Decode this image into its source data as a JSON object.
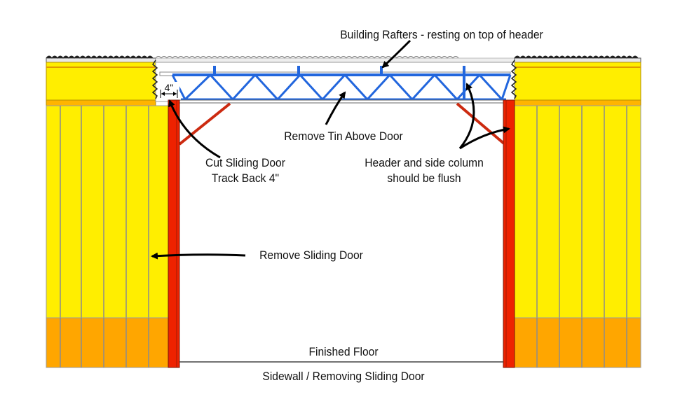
{
  "title": "Sidewall / Removing Sliding Door",
  "labels": {
    "rafters": "Building Rafters - resting on top of header",
    "remove_tin": "Remove Tin Above Door",
    "cut_track_line1": "Cut Sliding Door",
    "cut_track_line2": "Track Back 4\"",
    "header_flush_line1": "Header and side column",
    "header_flush_line2": "should be flush",
    "remove_door": "Remove Sliding Door",
    "finished_floor": "Finished Floor",
    "dimension": "4\""
  },
  "colors": {
    "wall_yellow": "#ffee00",
    "wainscot_orange": "#ffa600",
    "column_red": "#ee2200",
    "brace_red": "#cc2a10",
    "truss_blue": "#2266dd",
    "outline": "#7a7a7a"
  }
}
